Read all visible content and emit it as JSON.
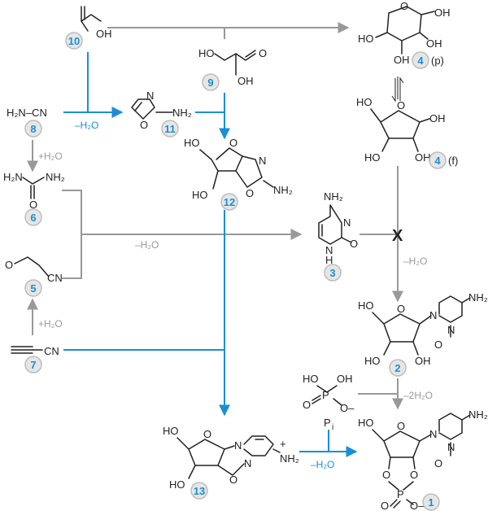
{
  "colors": {
    "blue": "#1a8fd6",
    "gray": "#999999",
    "ink": "#222222",
    "badge_fill": "#e6e6e6",
    "badge_ring": "#bdbdbd"
  },
  "compounds": {
    "c10": {
      "number": "10",
      "atoms": [
        "OH"
      ]
    },
    "c9": {
      "number": "9",
      "atoms": [
        "HO",
        "OH"
      ]
    },
    "c8": {
      "number": "8",
      "formula": "H₂N–CN"
    },
    "c11": {
      "number": "11",
      "atoms": [
        "N",
        "O",
        "NH₂"
      ]
    },
    "c6": {
      "number": "6",
      "atoms": [
        "H₂N",
        "NH₂",
        "O"
      ]
    },
    "c12": {
      "number": "12",
      "atoms": [
        "HO",
        "HO",
        "O",
        "N",
        "O",
        "NH₂"
      ]
    },
    "c5": {
      "number": "5",
      "atoms": [
        "O",
        "CN"
      ]
    },
    "c7": {
      "number": "7",
      "atoms": [
        "CN"
      ]
    },
    "c3": {
      "number": "3",
      "atoms": [
        "NH₂",
        "N",
        "N",
        "H",
        "O"
      ]
    },
    "c4p": {
      "number": "4",
      "suffix": "(p)",
      "atoms": [
        "O",
        "OH",
        "HO",
        "OH",
        "OH"
      ]
    },
    "c4f": {
      "number": "4",
      "suffix": "(f)",
      "atoms": [
        "HO",
        "O",
        "OH",
        "HO",
        "OH"
      ]
    },
    "c2": {
      "number": "2",
      "atoms": [
        "HO",
        "O",
        "N",
        "N",
        "NH₂",
        "O",
        "HO",
        "OH"
      ]
    },
    "pi": {
      "label": "P",
      "subscript": "i",
      "atoms": [
        "HO",
        "OH",
        "P",
        "O",
        "O–"
      ]
    },
    "c13": {
      "number": "13",
      "atoms": [
        "HO",
        "O",
        "N",
        "N",
        "NH₂",
        "+",
        "HO",
        "O"
      ]
    },
    "c1": {
      "number": "1",
      "atoms": [
        "HO",
        "O",
        "N",
        "N",
        "NH₂",
        "O",
        "O",
        "O",
        "P",
        "O",
        "O–"
      ]
    }
  },
  "conditions": {
    "c8_to_c11": "–H₂O",
    "c8_to_c6": "+H₂O",
    "merge_to_c3": "–H₂O",
    "c7_to_c5": "+H₂O",
    "c4f_to_c2": "–H₂O",
    "c2_to_c1": "–2H₂O",
    "c13_to_c1": "–H₂O"
  },
  "blocked_mark": "X"
}
